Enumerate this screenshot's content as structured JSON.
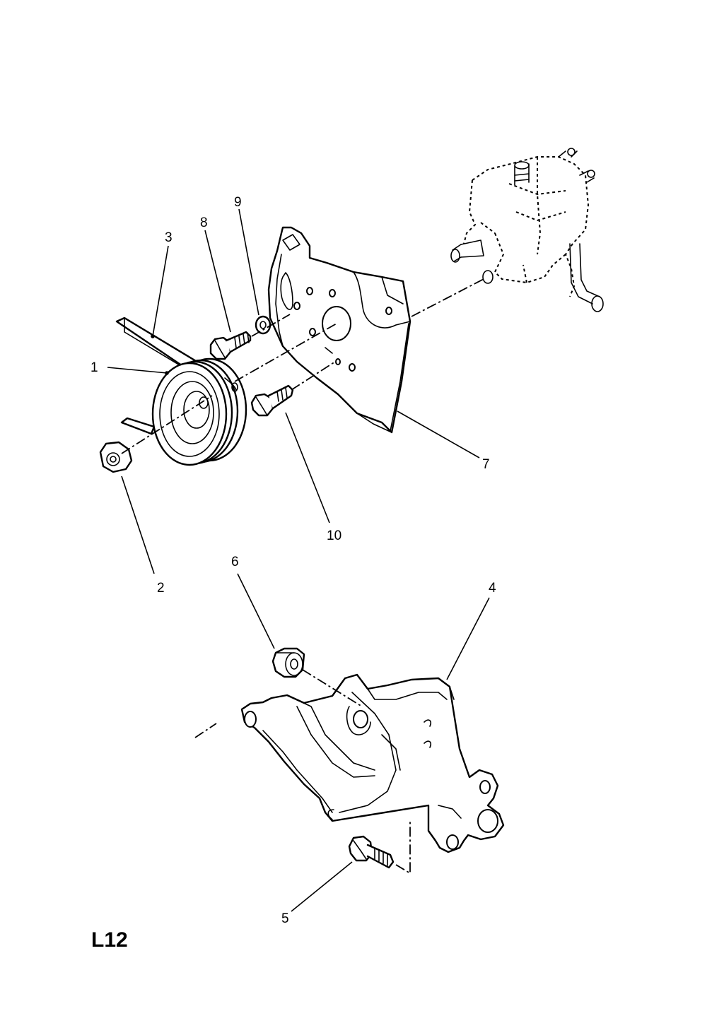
{
  "diagram": {
    "page_code": "L12",
    "callouts": {
      "c1": "1",
      "c2": "2",
      "c3": "3",
      "c4": "4",
      "c5": "5",
      "c6": "6",
      "c7": "7",
      "c8": "8",
      "c9": "9",
      "c10": "10"
    },
    "colors": {
      "ink": "#000000",
      "paper": "#ffffff"
    }
  }
}
